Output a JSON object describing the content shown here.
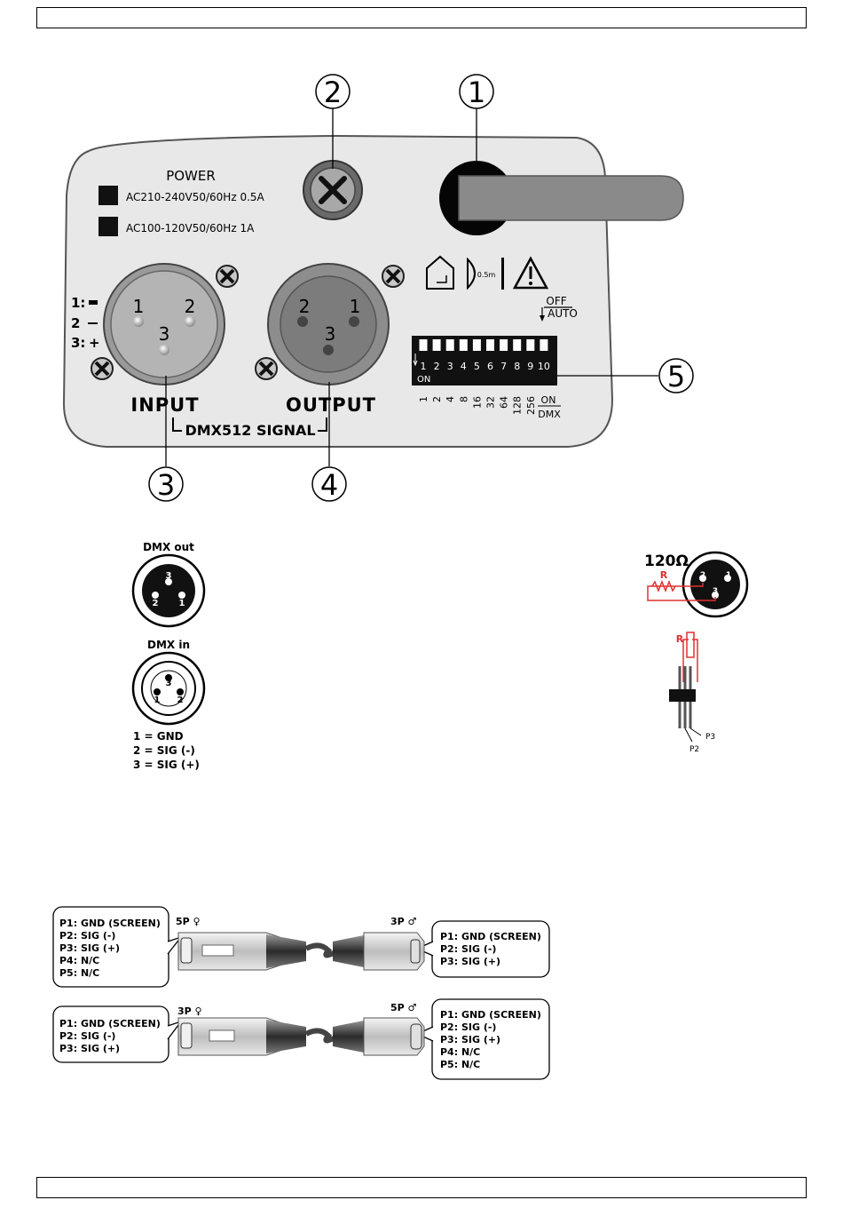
{
  "panel": {
    "power_title": "POWER",
    "voltage_high": "AC210-240V50/60Hz 0.5A",
    "voltage_low": "AC100-120V50/60Hz 1A",
    "pin_legend": [
      "1:",
      "2",
      "3:"
    ],
    "input_pins": [
      "1",
      "2",
      "3"
    ],
    "output_pins": [
      "2",
      "1",
      "3"
    ],
    "input_label": "INPUT",
    "output_label": "OUTPUT",
    "signal_label": "DMX512 SIGNAL",
    "distance_label": "0.5m",
    "off_label": "OFF",
    "auto_label": "AUTO",
    "dip_switch_numbers": [
      "1",
      "2",
      "3",
      "4",
      "5",
      "6",
      "7",
      "8",
      "9",
      "10"
    ],
    "dip_on_label": "ON",
    "dip_values": [
      "1",
      "2",
      "4",
      "8",
      "16",
      "32",
      "64",
      "128",
      "256"
    ],
    "dip_on_top": "ON",
    "dip_dmx_bottom": "DMX"
  },
  "callouts": [
    "1",
    "2",
    "3",
    "4",
    "5"
  ],
  "dmx_connectors": {
    "out_title": "DMX out",
    "in_title": "DMX in",
    "out_pins": [
      "3",
      "2",
      "1"
    ],
    "in_pins": [
      "3",
      "1",
      "2"
    ],
    "legend": [
      "1 = GND",
      "2 = SIG (-)",
      "3 = SIG (+)"
    ]
  },
  "terminator": {
    "resistance": "120Ω",
    "resistor_label": "R",
    "pins": [
      "2",
      "1",
      "3"
    ],
    "p2": "P2",
    "p3": "P3"
  },
  "adapters": {
    "row1": {
      "left_type": "5P ♀",
      "right_type": "3P ♂",
      "left_pins": [
        "P1: GND (SCREEN)",
        "P2: SIG (-)",
        "P3: SIG (+)",
        "P4: N/C",
        "P5: N/C"
      ],
      "right_pins": [
        "P1: GND (SCREEN)",
        "P2: SIG (-)",
        "P3: SIG (+)"
      ]
    },
    "row2": {
      "left_type": "3P ♀",
      "right_type": "5P ♂",
      "left_pins": [
        "P1: GND (SCREEN)",
        "P2: SIG (-)",
        "P3: SIG (+)"
      ],
      "right_pins": [
        "P1: GND (SCREEN)",
        "P2: SIG (-)",
        "P3: SIG (+)",
        "P4: N/C",
        "P5: N/C"
      ]
    }
  }
}
